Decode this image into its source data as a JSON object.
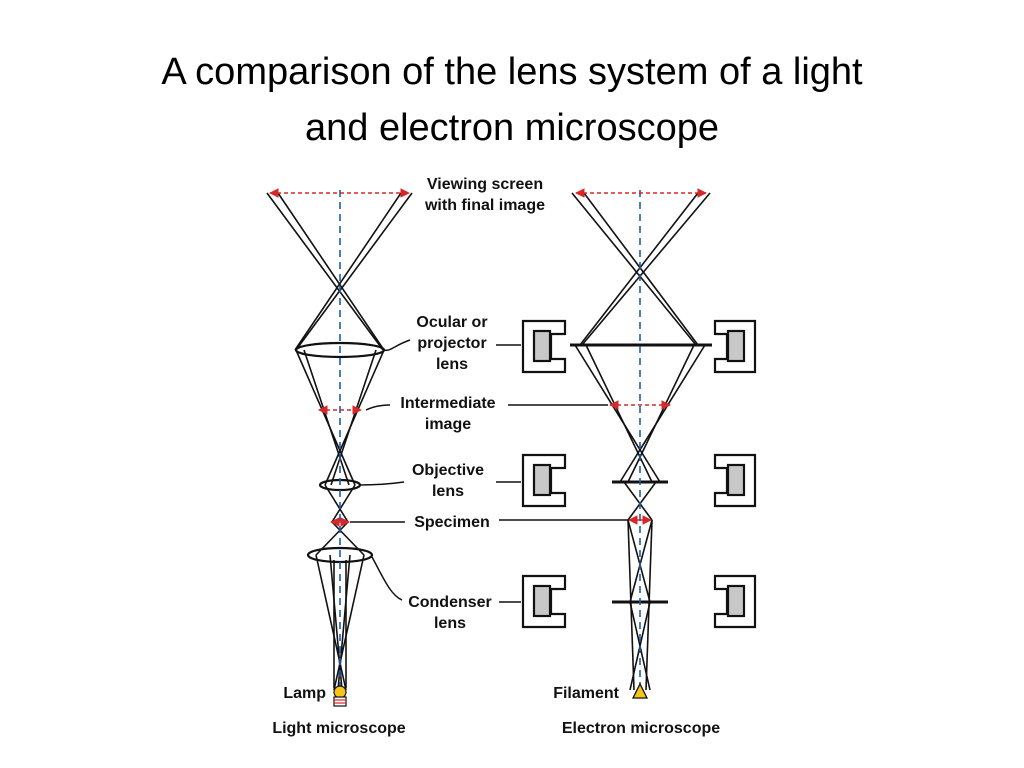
{
  "slide": {
    "title_line1": "A comparison of the lens system of a light",
    "title_line2": "and electron microscope"
  },
  "labels": {
    "viewing_screen_1": "Viewing screen",
    "viewing_screen_2": "with final image",
    "ocular_1": "Ocular or",
    "ocular_2": "projector",
    "ocular_3": "lens",
    "intermediate_1": "Intermediate",
    "intermediate_2": "image",
    "objective_1": "Objective",
    "objective_2": "lens",
    "specimen": "Specimen",
    "condenser_1": "Condenser",
    "condenser_2": "lens",
    "lamp": "Lamp",
    "filament": "Filament",
    "light_caption": "Light microscope",
    "electron_caption": "Electron microscope"
  },
  "colors": {
    "optical_axis": "#1a5fb4",
    "image_arrow": "#d62828",
    "magnet_fill": "#c8c8c8",
    "lamp_fill": "#f5c518",
    "filament_fill": "#f5c518"
  }
}
